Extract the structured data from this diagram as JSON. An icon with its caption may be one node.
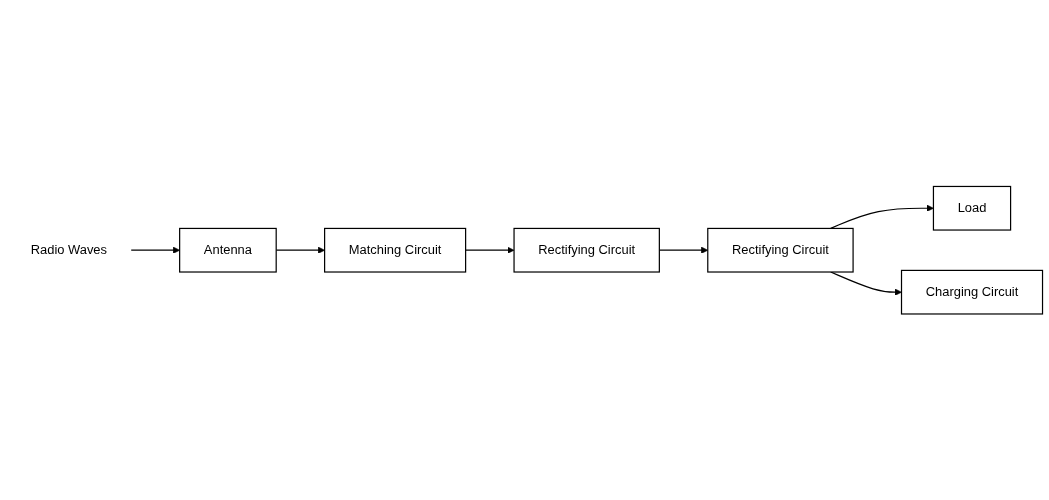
{
  "diagram": {
    "nodes": [
      {
        "text": [
          "Radio Waves"
        ]
      },
      {
        "text": [
          "Antenna"
        ]
      },
      {
        "text": [
          "Matching Circuit"
        ]
      },
      {
        "text": [
          "Rectifying Circuit"
        ]
      },
      {
        "text": [
          "Load"
        ]
      },
      {
        "text": [
          "Rectifying Circuit"
        ]
      },
      {
        "text": [
          "Charging Circuit"
        ]
      }
    ],
    "edges": [
      {
        "from": 0,
        "to": 1,
        "arrow": "to"
      },
      {
        "from": 1,
        "to": 2,
        "arrow": "to"
      },
      {
        "from": 2,
        "to": 3,
        "arrow": "to"
      },
      {
        "from": 3,
        "to": 5,
        "arrow": "to"
      },
      {
        "from": 5,
        "to": 4,
        "arrow": "to"
      },
      {
        "from": 5,
        "to": 6,
        "arrow": "to"
      }
    ]
  }
}
